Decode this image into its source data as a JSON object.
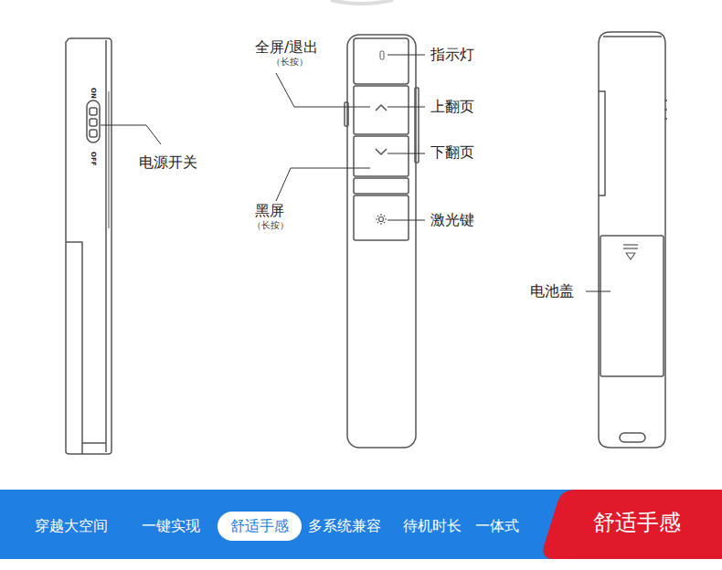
{
  "diagram": {
    "nodes": [
      {
        "text": [
          "穿越大空间",
          "一键实现",
          "多系统兼容",
          "待机时长",
          "一体式"
        ]
      },
      {
        "text": [
          "舒适手感"
        ],
        "in": 0
      },
      {
        "text": [
          "舒适手感"
        ],
        "in": 0
      }
    ],
    "labels": [
      "全屏/退出",
      "（长按）",
      "指示灯",
      "上翻页",
      "下翻页",
      "黑屏",
      "（长按）",
      "激光键",
      "ON",
      "OFF",
      "电源开关",
      "电池盖"
    ]
  }
}
